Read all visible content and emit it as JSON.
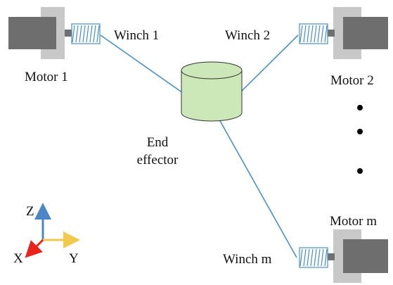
{
  "labels": {
    "motor_1": "Motor 1",
    "motor_2": "Motor 2",
    "motor_m": "Motor m",
    "winch_1": "Winch 1",
    "winch_2": "Winch 2",
    "winch_m": "Winch m",
    "end_effector_line1": "End",
    "end_effector_line2": "effector"
  },
  "axes": {
    "z": "Z",
    "x": "X",
    "y": "Y"
  },
  "colors": {
    "cable": "#4a90c8",
    "motor_housing": "#c8c8c8",
    "motor_body": "#6e6e6e",
    "motor_shaft": "#707070",
    "winch_coil": "#4a90c8",
    "end_effector_fill": "#cde8b8",
    "end_effector_stroke": "#333333",
    "axis_z": "#4a86c8",
    "axis_x": "#e8231c",
    "axis_y": "#f2c94c"
  }
}
